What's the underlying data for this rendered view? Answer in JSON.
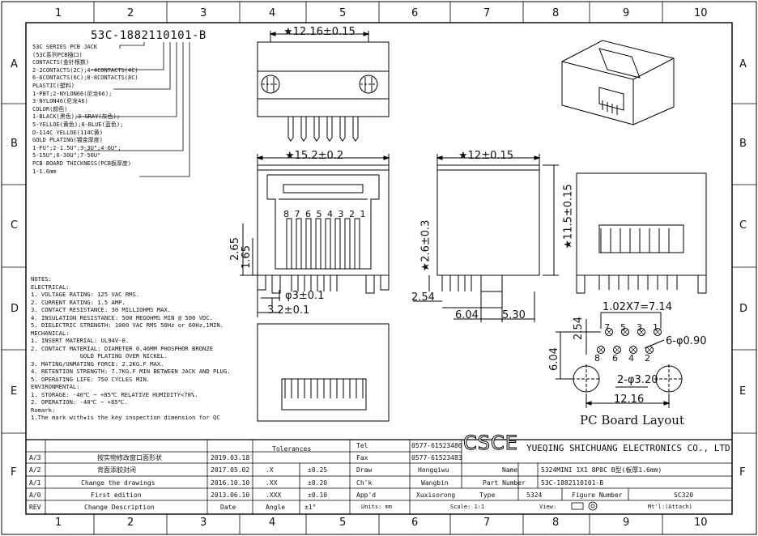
{
  "border": {
    "columns": [
      "1",
      "2",
      "3",
      "4",
      "5",
      "6",
      "7",
      "8",
      "9",
      "10"
    ],
    "rows": [
      "A",
      "B",
      "C",
      "D",
      "E",
      "F"
    ]
  },
  "part_code": {
    "code": "53C-1882110101-B",
    "lines": [
      "53C SERIES PCB JACK",
      "(53C系列PCB插口)",
      "CONTACTS(金针根数)",
      "2-2CONTACTS(2C);4-4CONTACTS(4C)",
      "6-6CONTACTS(6C);8-8CONTACTS(8C)",
      "PLASTIC(塑料)",
      "1-PBT;2-NYLON66(尼龙66);",
      "3-NYLON46(尼龙46)",
      "COLOR(颜色)",
      "1-BLACK(黑色);3-GRAY(灰色);",
      "5-YELLOE(黄色);8-BLUE(蓝色);",
      "D-114C YELLOE(114C黄)",
      "GOLD PLATING(镀金厚度)",
      "1-FU\";2-1.5U\";3-3U\";4-6U\";",
      "5-15U\";6-30U\";7-50U\"",
      "PCB BOARD THICKNESS(PCB板厚度)",
      "1-1.6mm"
    ]
  },
  "notes": {
    "lines": [
      "NOTES:",
      "ELECTRICAL:",
      "1. VOLTAGE RATING: 125 VAC RMS.",
      "2. CURRENT RATING: 1.5 AMP.",
      "3. CONTACT RESISTANCE: 30 MILLIOHMS MAX.",
      "4. INSULATION RESISTANCE: 500 MEGOHMS MIN @ 500 VDC.",
      "5. DIELECTRIC STRENGTH: 1000 VAC RMS 50Hz or 60Hz,1MIN.",
      "MECHANICAL:",
      "1. INSERT MATERIAL: UL94V-0.",
      "2. CONTACT MATERIAL: DIAMETER 0.46MM PHOSPHOR BRONZE",
      "              GOLD PLATING OVER NICKEL.",
      "3. MATING/UNMATING FORCE: 2.2KG.F MAX.",
      "4. RETENTION STRENGTH: 7.7KG.F MIN BETWEEN JACK AND PLUG.",
      "5. OPERATING LIFE: 750 CYCLES MIN.",
      "ENVIRONMENTAL:",
      "1. STORAGE: -40℃ ~ +85℃ RELATIVE HUMIDITY<70%.",
      "2. OPERATION: -40℃ ~ +85℃.",
      "Romark:",
      "1.The mark with★is the key inspection dimension for QC"
    ]
  },
  "dimensions": {
    "top_width": "★12.16±0.15",
    "front_width": "★15.2±0.2",
    "side_width": "★12±0.15",
    "height": "★11.5±0.15",
    "dim_2_65": "2.65",
    "dim_1_65": "1.65",
    "post_dia": "φ3±0.1",
    "post_width": "3.2±0.1",
    "side_2_6": "★2.6±0.3",
    "side_2_54": "2.54",
    "side_6_04": "6.04",
    "side_5_30": "5.30",
    "pin_numbers": "8 7 6 5 4 3 2 1"
  },
  "pcb_layout": {
    "title": "PC Board Layout",
    "pitch": "1.02X7=7.14",
    "hole_dia": "6-φ0.90",
    "post_holes": "2-φ3.20",
    "row_spacing": "2.54",
    "height": "6.04",
    "width": "12.16",
    "top_pins": [
      "7",
      "5",
      "3",
      "1"
    ],
    "bottom_pins": [
      "8",
      "6",
      "4",
      "2"
    ]
  },
  "revisions": {
    "rows": [
      {
        "rev": "A/3",
        "desc": "按实物修改窗口面形状",
        "date": "2019.03.18"
      },
      {
        "rev": "A/2",
        "desc": "背面添胶封闭",
        "date": "2017.05.02"
      },
      {
        "rev": "A/1",
        "desc": "Change the drawings",
        "date": "2016.10.10"
      },
      {
        "rev": "A/0",
        "desc": "First edition",
        "date": "2013.06.10"
      }
    ],
    "header": {
      "rev": "REV",
      "desc": "Change Description",
      "date": "Date"
    }
  },
  "tolerances": {
    "title": "Tolerances",
    "rows": [
      {
        "k": ".X",
        "v": "±0.25"
      },
      {
        "k": ".XX",
        "v": "±0.20"
      },
      {
        "k": ".XXX",
        "v": "±0.10"
      }
    ],
    "angle_label": "Angle",
    "angle_value": "±1°"
  },
  "title_block": {
    "tel_label": "Tel",
    "tel": "0577-61523486",
    "fax_label": "Fax",
    "fax": "0577-61523483",
    "logo": "CSCE",
    "company": "YUEQING SHICHUANG ELECTRONICS CO., LTD",
    "draw_label": "Draw",
    "draw": "Hongqiwu",
    "chk_label": "Ch'k",
    "chk": "Wangbin",
    "appd_label": "App'd",
    "appd": "Xuxisorong",
    "name_label": "Name",
    "name": "5324MINI 1X1 8P8C B型(板厚1.6mm)",
    "part_label": "Part Number",
    "part": "53C-1882110101-B",
    "type_label": "Type",
    "type": "5324",
    "figure_label": "Figure Number",
    "figure": "SC320",
    "units": "Units: mm",
    "scale": "Scale: 1:1",
    "view": "View:",
    "material": "Mt'l:(Attach)"
  }
}
